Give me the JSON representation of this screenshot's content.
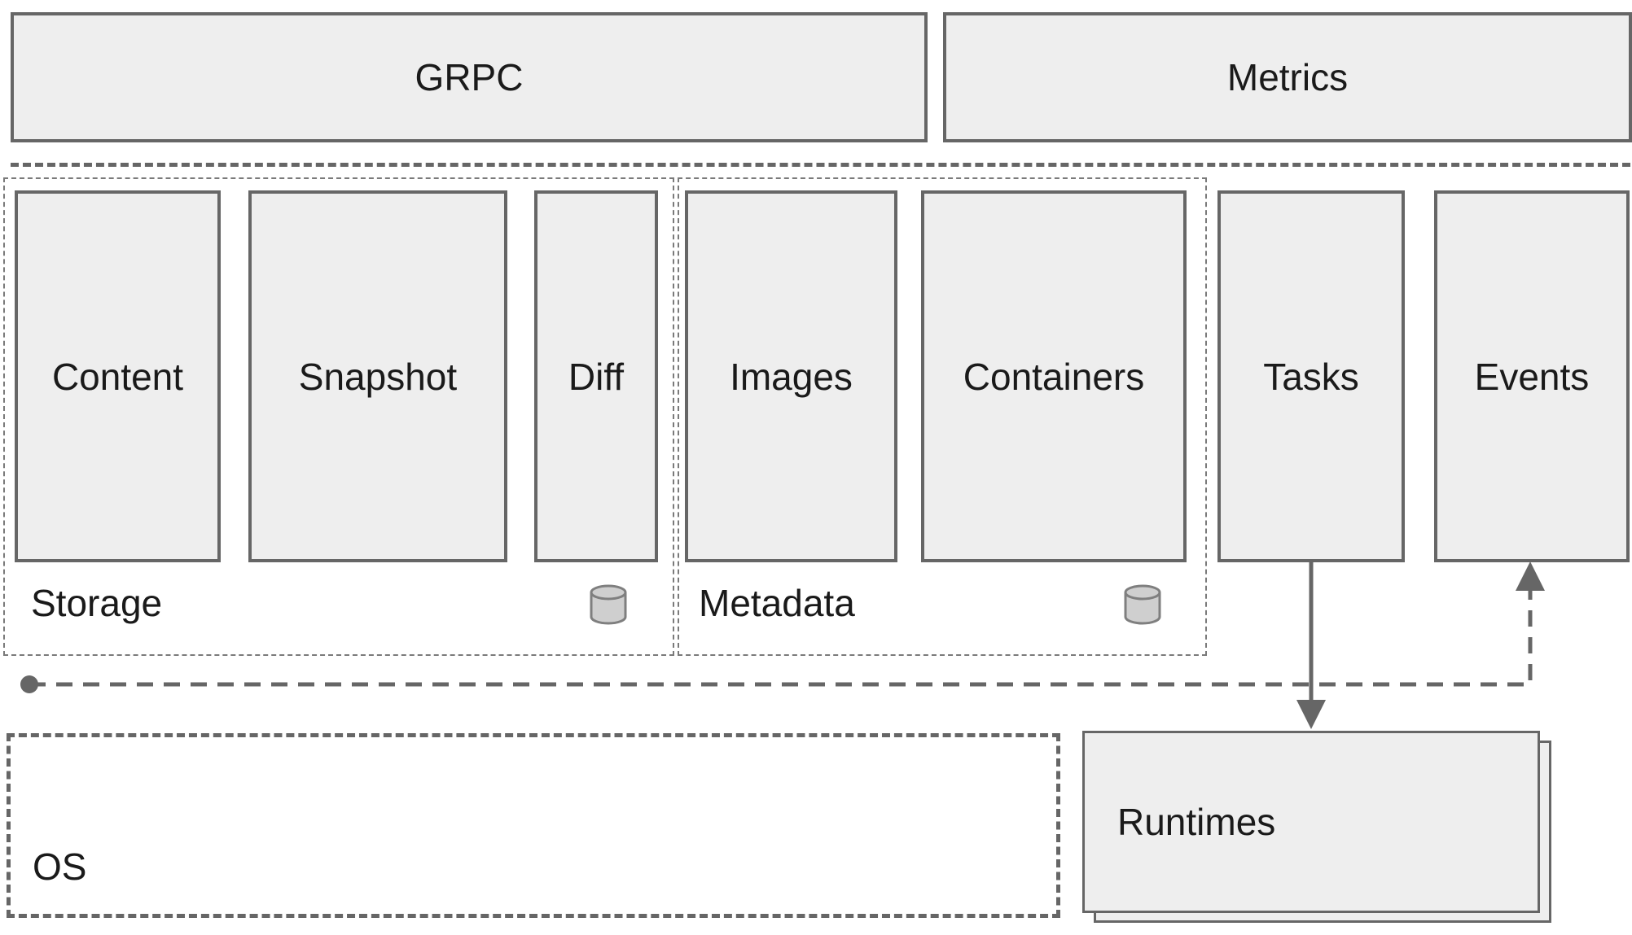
{
  "api": {
    "grpc": "GRPC",
    "metrics": "Metrics"
  },
  "services": {
    "content": "Content",
    "snapshot": "Snapshot",
    "diff": "Diff",
    "images": "Images",
    "containers": "Containers",
    "tasks": "Tasks",
    "events": "Events"
  },
  "groups": {
    "storage": "Storage",
    "metadata": "Metadata",
    "os": "OS"
  },
  "runtime": {
    "runtimes": "Runtimes"
  },
  "icons": {
    "storage_database": "database-icon",
    "metadata_database": "database-icon"
  },
  "colors": {
    "box_fill": "#eeeeee",
    "box_border": "#666666",
    "group_border": "#7a7a7a",
    "connector": "#666666",
    "cylinder_fill": "#cfcfcf",
    "cylinder_border": "#7f7f7f",
    "text": "#1a1a1a",
    "background": "#ffffff"
  }
}
